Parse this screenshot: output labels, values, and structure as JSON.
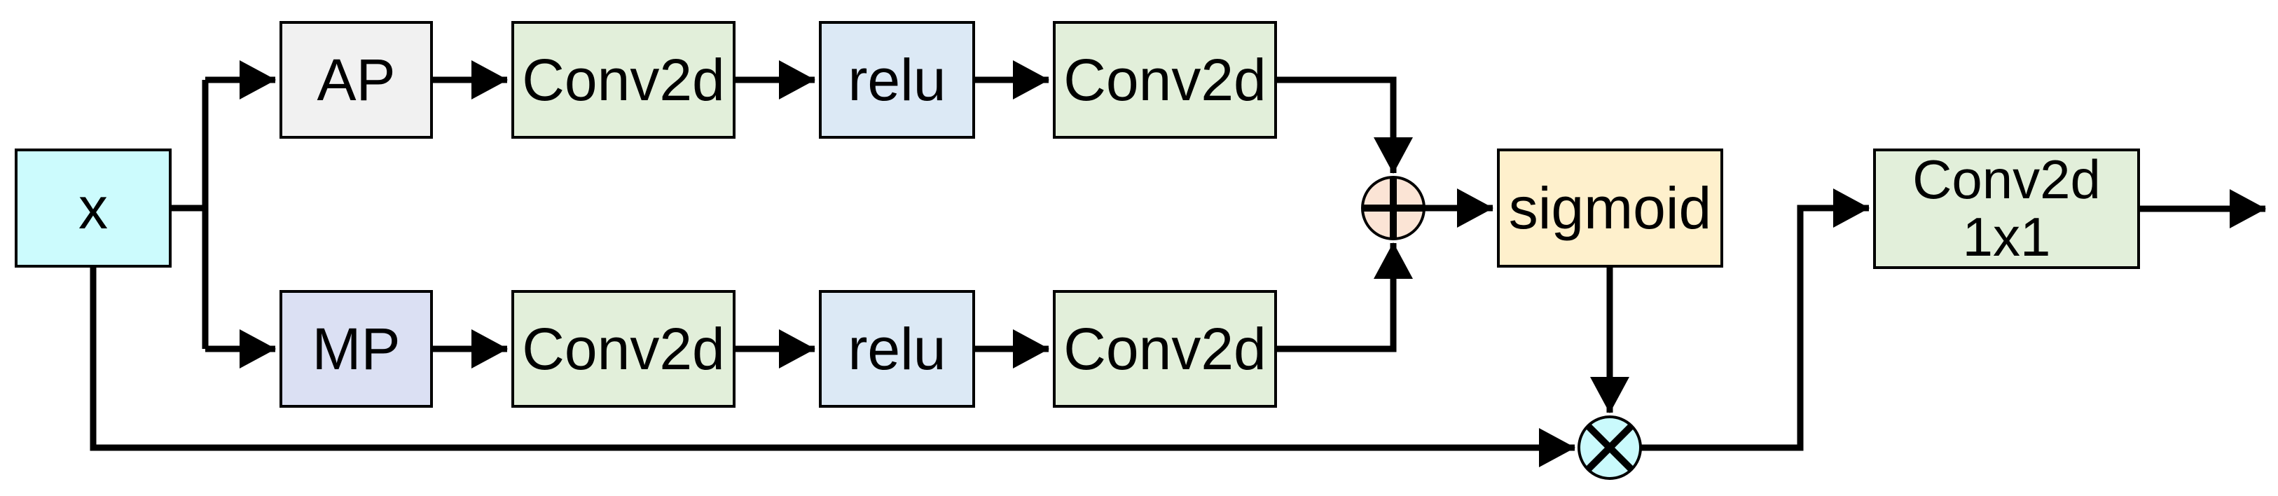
{
  "diagram": {
    "nodes": {
      "input": {
        "label": "x"
      },
      "avg_pool": {
        "label": "AP"
      },
      "conv_top_1": {
        "label": "Conv2d"
      },
      "relu_top": {
        "label": "relu"
      },
      "conv_top_2": {
        "label": "Conv2d"
      },
      "max_pool": {
        "label": "MP"
      },
      "conv_bottom_1": {
        "label": "Conv2d"
      },
      "relu_bottom": {
        "label": "relu"
      },
      "conv_bottom_2": {
        "label": "Conv2d"
      },
      "sigmoid": {
        "label": "sigmoid"
      },
      "conv_1x1": {
        "line1": "Conv2d",
        "line2": "1x1"
      }
    },
    "operators": {
      "add": {
        "symbol": "⊕",
        "name": "element-wise add"
      },
      "multiply": {
        "symbol": "⊗",
        "name": "element-wise multiply"
      }
    }
  },
  "colors": {
    "input_fill": "#CCFBFD",
    "avg_pool_fill": "#F1F1F1",
    "max_pool_fill": "#DBE0F3",
    "conv_fill": "#E2EFDA",
    "relu_fill": "#DCE9F5",
    "sigmoid_fill": "#FEF0CC",
    "add_operator_fill": "#FBE4D5",
    "multiply_operator_fill": "#CAFAFC",
    "line": "#000000"
  }
}
